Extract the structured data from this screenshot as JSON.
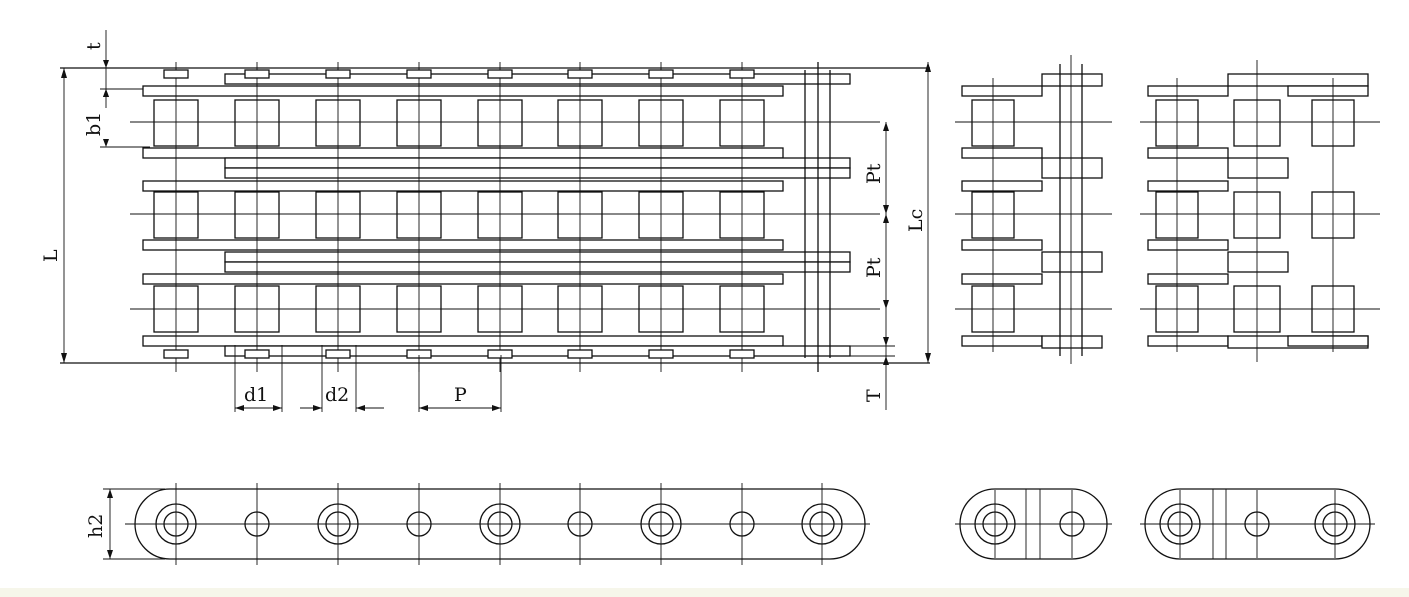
{
  "labels": {
    "t": "t",
    "b1": "b1",
    "L": "L",
    "d1": "d1",
    "d2": "d2",
    "P": "P",
    "Pt_upper": "Pt",
    "Pt_lower": "Pt",
    "Lc": "Lc",
    "T": "T",
    "h2": "h2"
  }
}
